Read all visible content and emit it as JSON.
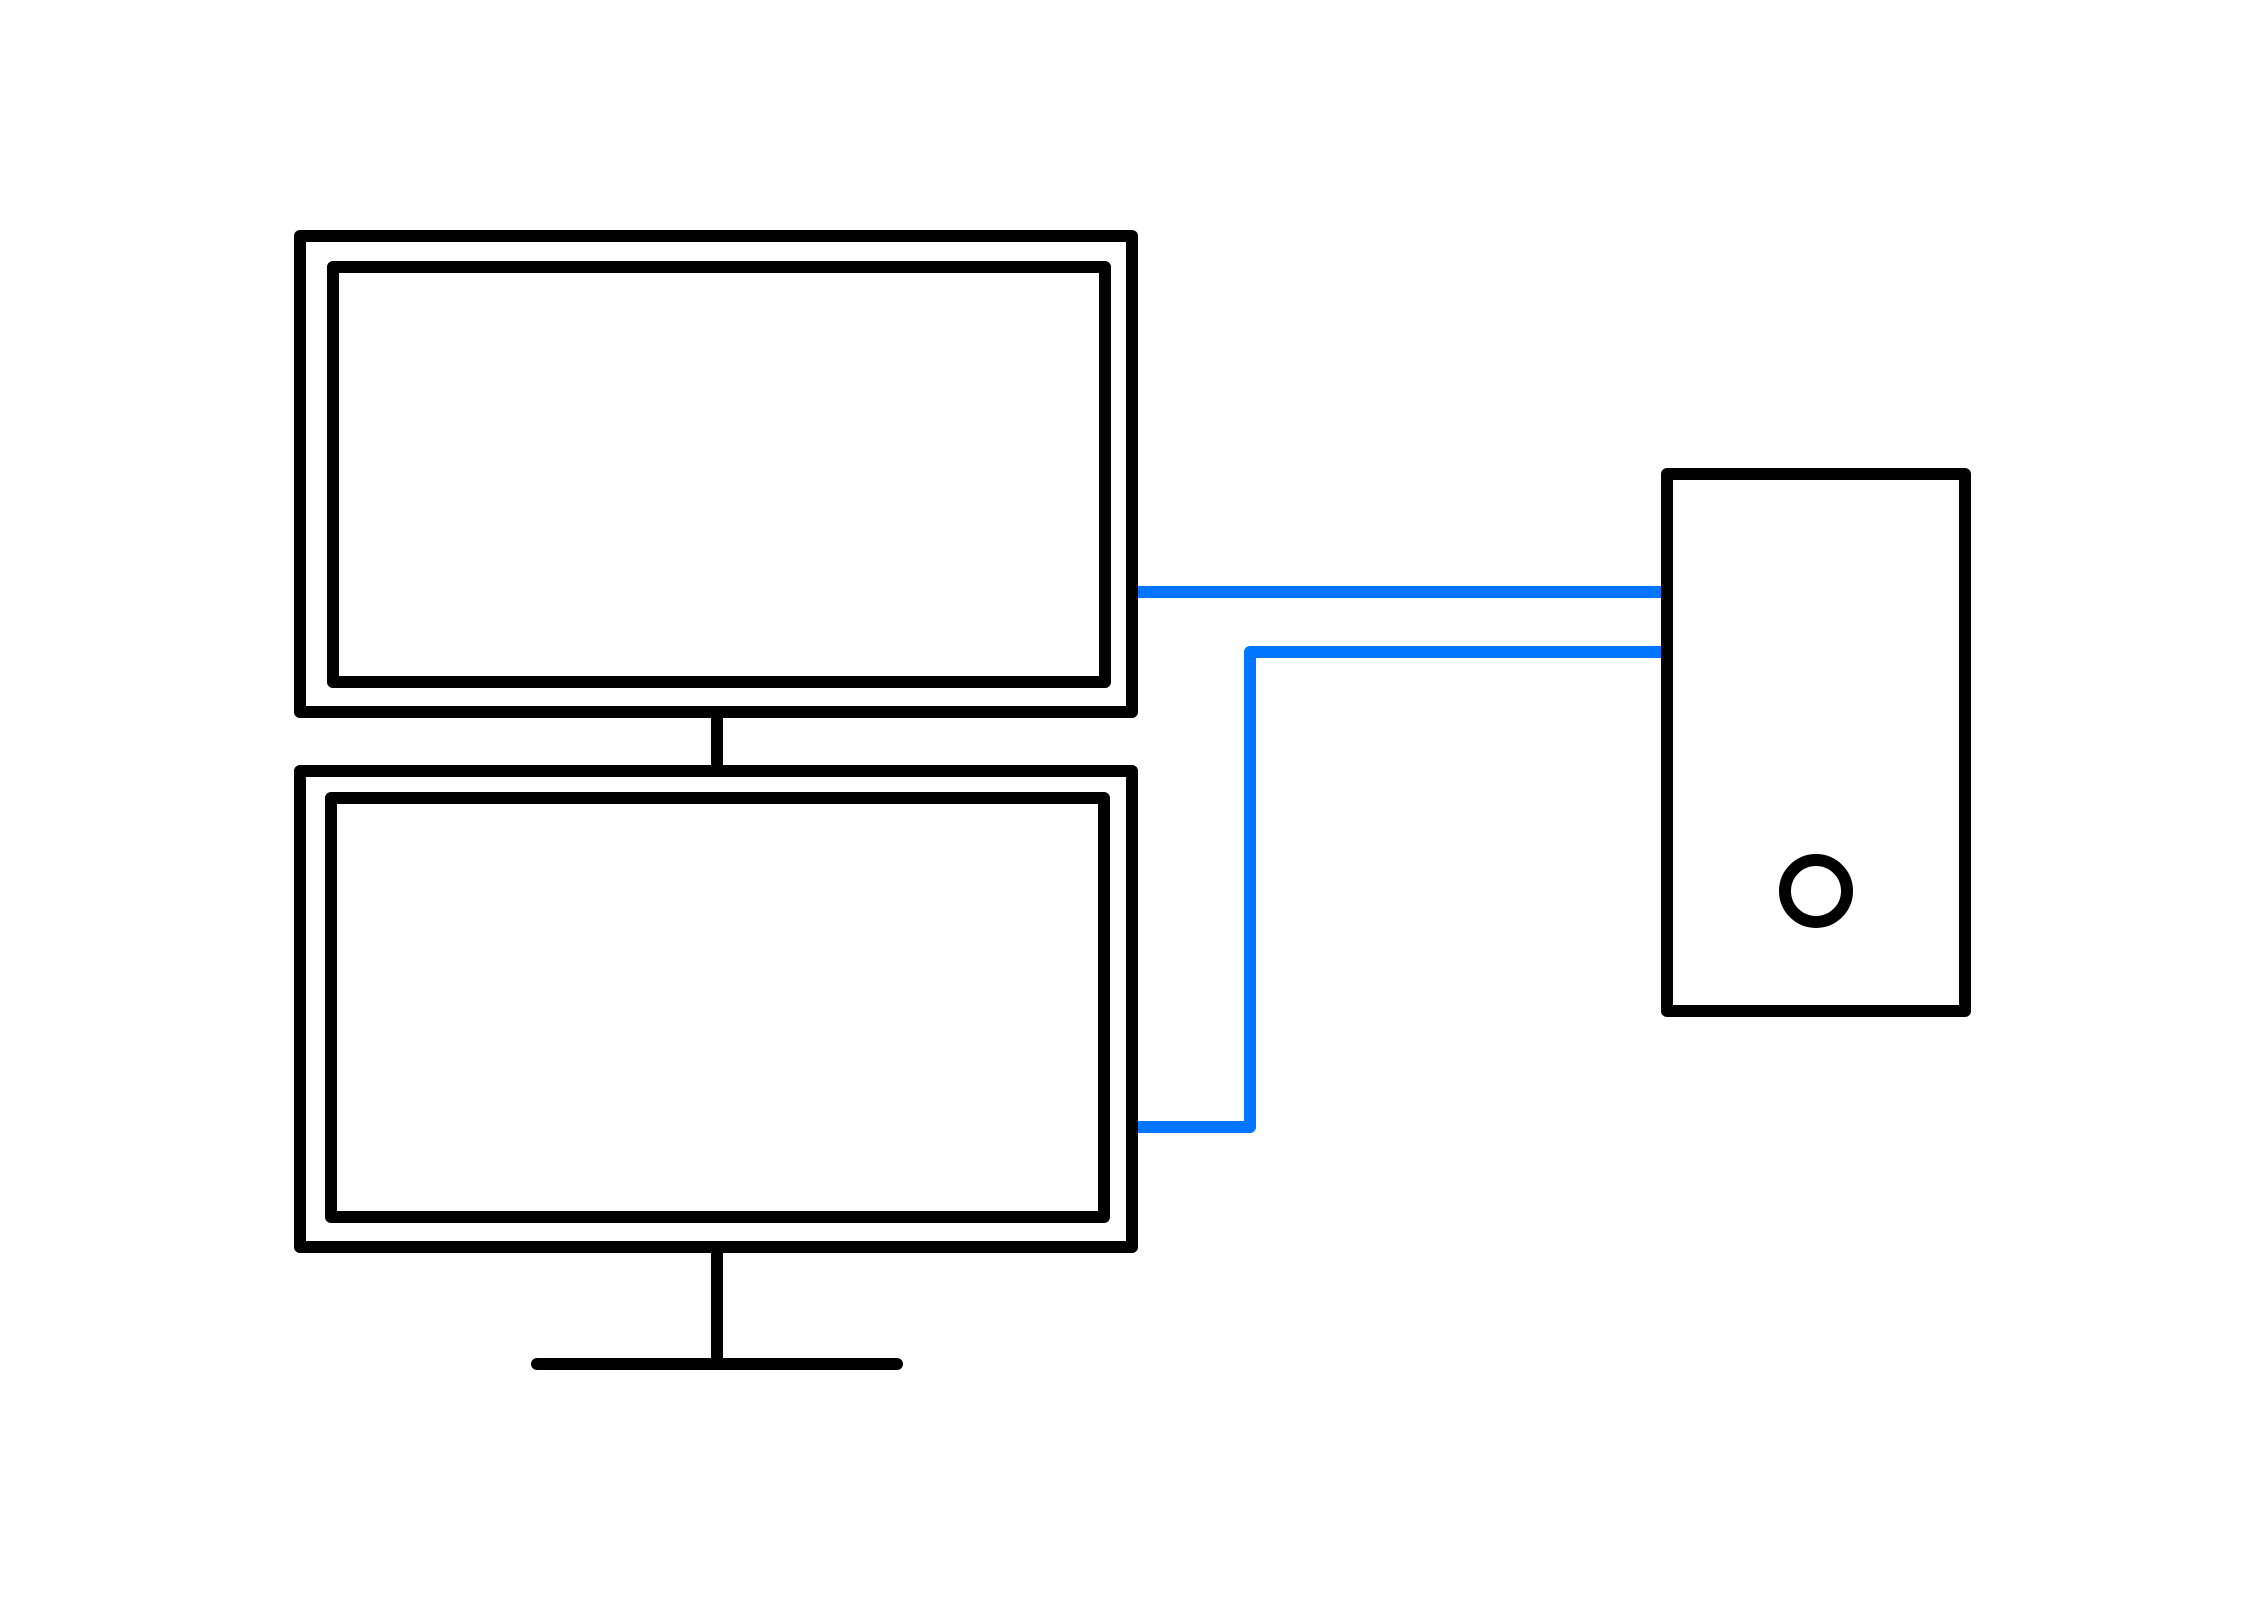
{
  "diagram": {
    "type": "computer-dual-monitor-connection",
    "colors": {
      "background": "#ffffff",
      "outline": "#000000",
      "cable": "#0075ff"
    },
    "components": [
      {
        "id": "top-monitor",
        "kind": "monitor"
      },
      {
        "id": "bottom-monitor",
        "kind": "monitor"
      },
      {
        "id": "tower",
        "kind": "computer-case"
      }
    ],
    "connections": [
      {
        "from": "top-monitor",
        "to": "tower",
        "kind": "video-cable"
      },
      {
        "from": "bottom-monitor",
        "to": "tower",
        "kind": "video-cable"
      }
    ]
  }
}
